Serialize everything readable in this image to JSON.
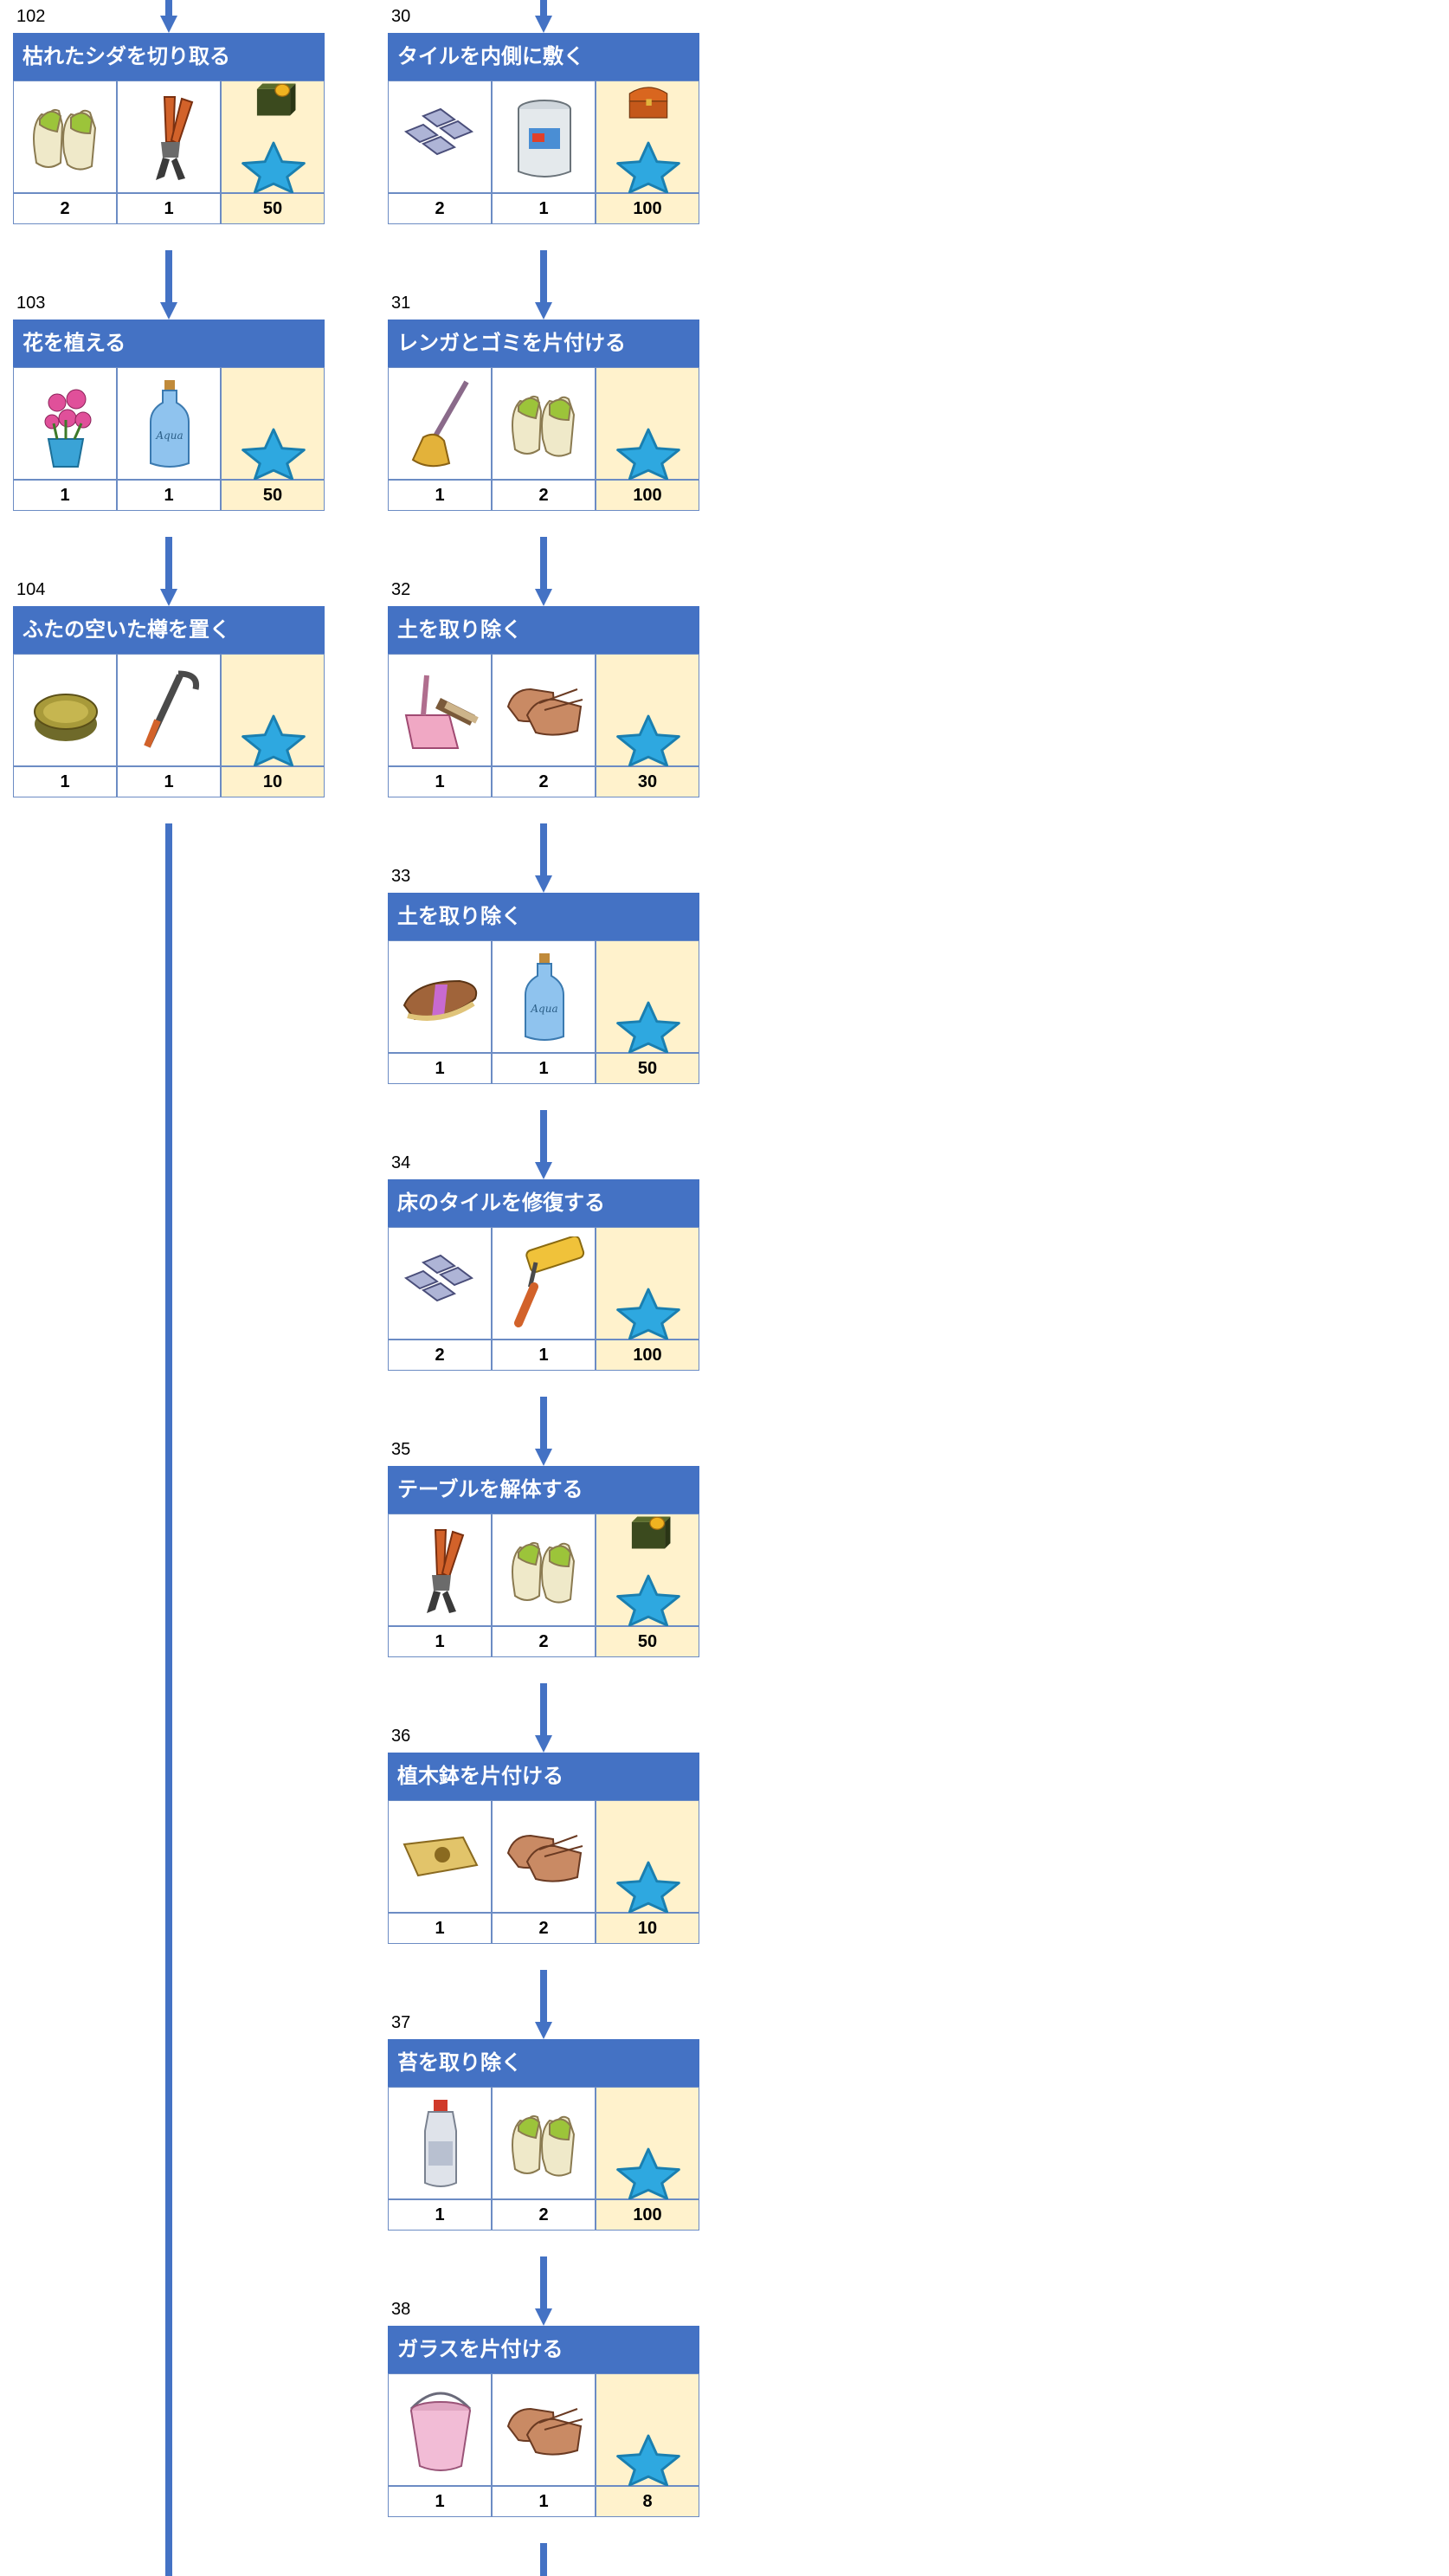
{
  "left_column": [
    {
      "num": "102",
      "title": "枯れたシダを切り取る",
      "items": [
        {
          "icon": "gloves-icon",
          "count": "2"
        },
        {
          "icon": "pruning-shears-icon",
          "count": "1"
        }
      ],
      "reward": {
        "icons": [
          "coin-box-icon",
          "blue-star-icon"
        ],
        "value": "50"
      }
    },
    {
      "num": "103",
      "title": "花を植える",
      "items": [
        {
          "icon": "potted-flower-icon",
          "count": "1"
        },
        {
          "icon": "water-bottle-icon",
          "count": "1"
        }
      ],
      "reward": {
        "icons": [
          "blue-star-icon"
        ],
        "value": "50"
      }
    },
    {
      "num": "104",
      "title": "ふたの空いた樽を置く",
      "items": [
        {
          "icon": "barrel-icon",
          "count": "1"
        },
        {
          "icon": "crowbar-icon",
          "count": "1"
        }
      ],
      "reward": {
        "icons": [
          "blue-star-icon"
        ],
        "value": "10"
      }
    }
  ],
  "right_column": [
    {
      "num": "30",
      "title": "タイルを内側に敷く",
      "items": [
        {
          "icon": "tiles-icon",
          "count": "2"
        },
        {
          "icon": "paint-can-icon",
          "count": "1"
        }
      ],
      "reward": {
        "icons": [
          "treasure-chest-icon",
          "blue-star-icon"
        ],
        "value": "100"
      }
    },
    {
      "num": "31",
      "title": "レンガとゴミを片付ける",
      "items": [
        {
          "icon": "mop-icon",
          "count": "1"
        },
        {
          "icon": "gloves-icon",
          "count": "2"
        }
      ],
      "reward": {
        "icons": [
          "blue-star-icon"
        ],
        "value": "100"
      }
    },
    {
      "num": "32",
      "title": "土を取り除く",
      "items": [
        {
          "icon": "dustpan-brush-icon",
          "count": "1"
        },
        {
          "icon": "leather-gloves-icon",
          "count": "2"
        }
      ],
      "reward": {
        "icons": [
          "blue-star-icon"
        ],
        "value": "30"
      }
    },
    {
      "num": "33",
      "title": "土を取り除く",
      "items": [
        {
          "icon": "scrub-brush-icon",
          "count": "1"
        },
        {
          "icon": "water-bottle-icon",
          "count": "1"
        }
      ],
      "reward": {
        "icons": [
          "blue-star-icon"
        ],
        "value": "50"
      }
    },
    {
      "num": "34",
      "title": "床のタイルを修復する",
      "items": [
        {
          "icon": "tiles-icon",
          "count": "2"
        },
        {
          "icon": "paint-roller-icon",
          "count": "1"
        }
      ],
      "reward": {
        "icons": [
          "blue-star-icon"
        ],
        "value": "100"
      }
    },
    {
      "num": "35",
      "title": "テーブルを解体する",
      "items": [
        {
          "icon": "pruning-shears-icon",
          "count": "1"
        },
        {
          "icon": "gloves-icon",
          "count": "2"
        }
      ],
      "reward": {
        "icons": [
          "coin-box-icon",
          "blue-star-icon"
        ],
        "value": "50"
      }
    },
    {
      "num": "36",
      "title": "植木鉢を片付ける",
      "items": [
        {
          "icon": "cloth-icon",
          "count": "1"
        },
        {
          "icon": "leather-gloves-icon",
          "count": "2"
        }
      ],
      "reward": {
        "icons": [
          "blue-star-icon"
        ],
        "value": "10"
      }
    },
    {
      "num": "37",
      "title": "苔を取り除く",
      "items": [
        {
          "icon": "spray-bottle-icon",
          "count": "1"
        },
        {
          "icon": "gloves-icon",
          "count": "2"
        }
      ],
      "reward": {
        "icons": [
          "blue-star-icon"
        ],
        "value": "100"
      }
    },
    {
      "num": "38",
      "title": "ガラスを片付ける",
      "items": [
        {
          "icon": "bucket-icon",
          "count": "1"
        },
        {
          "icon": "leather-gloves-icon",
          "count": "1"
        }
      ],
      "reward": {
        "icons": [
          "blue-star-icon"
        ],
        "value": "8"
      }
    }
  ],
  "colors": {
    "header": "#4472c4",
    "arrow": "#4472c4",
    "reward_bg": "#fff2cc",
    "star": "#2ea8e0"
  }
}
